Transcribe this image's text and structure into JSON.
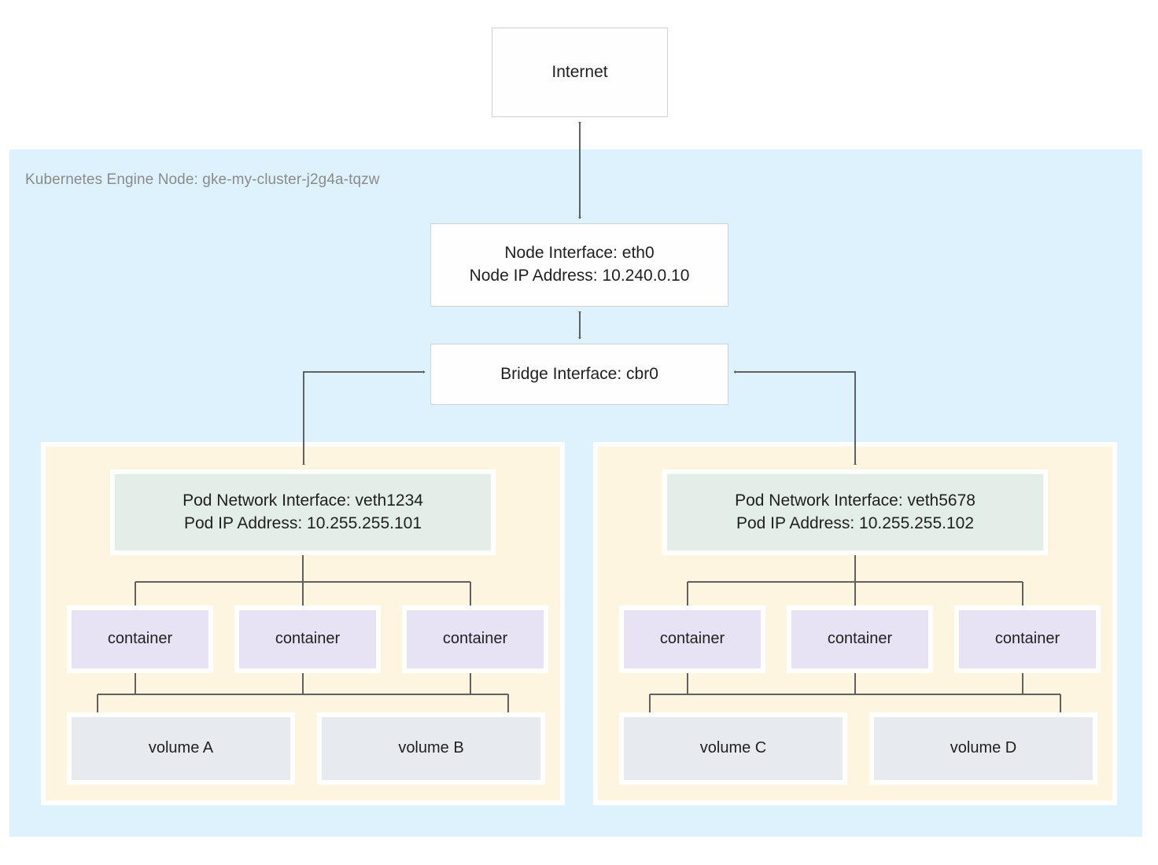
{
  "diagram": {
    "title_text": "Kubernetes Engine Node: gke-my-cluster-j2g4a-tqzw",
    "internet": {
      "label": "Internet"
    },
    "node_interface": {
      "line1": "Node Interface: eth0",
      "line2": "Node IP Address: 10.240.0.10"
    },
    "bridge": {
      "label": "Bridge Interface: cbr0"
    },
    "pods": [
      {
        "id": "pod-left",
        "interface_line1": "Pod Network Interface: veth1234",
        "interface_line2": "Pod IP Address: 10.255.255.101",
        "containers": [
          {
            "label": "container"
          },
          {
            "label": "container"
          },
          {
            "label": "container"
          }
        ],
        "volumes": [
          {
            "label": "volume A"
          },
          {
            "label": "volume B"
          }
        ]
      },
      {
        "id": "pod-right",
        "interface_line1": "Pod Network Interface: veth5678",
        "interface_line2": "Pod IP Address: 10.255.255.102",
        "containers": [
          {
            "label": "container"
          },
          {
            "label": "container"
          },
          {
            "label": "container"
          }
        ],
        "volumes": [
          {
            "label": "volume C"
          },
          {
            "label": "volume D"
          }
        ]
      }
    ]
  },
  "colors": {
    "node_region_bg": "#ddf2fd",
    "pod_region_bg": "#fdf5e0",
    "pod_interface_bg": "#e3eee8",
    "container_bg": "#e8e3f4",
    "volume_bg": "#e7eaee",
    "box_white_bg": "#fefefe",
    "box_border": "#d2d2d2",
    "connector_stroke": "#5f6161",
    "label_text": "#8b8b8b",
    "body_text": "#1f1f1f",
    "page_bg": "#ffffff"
  }
}
